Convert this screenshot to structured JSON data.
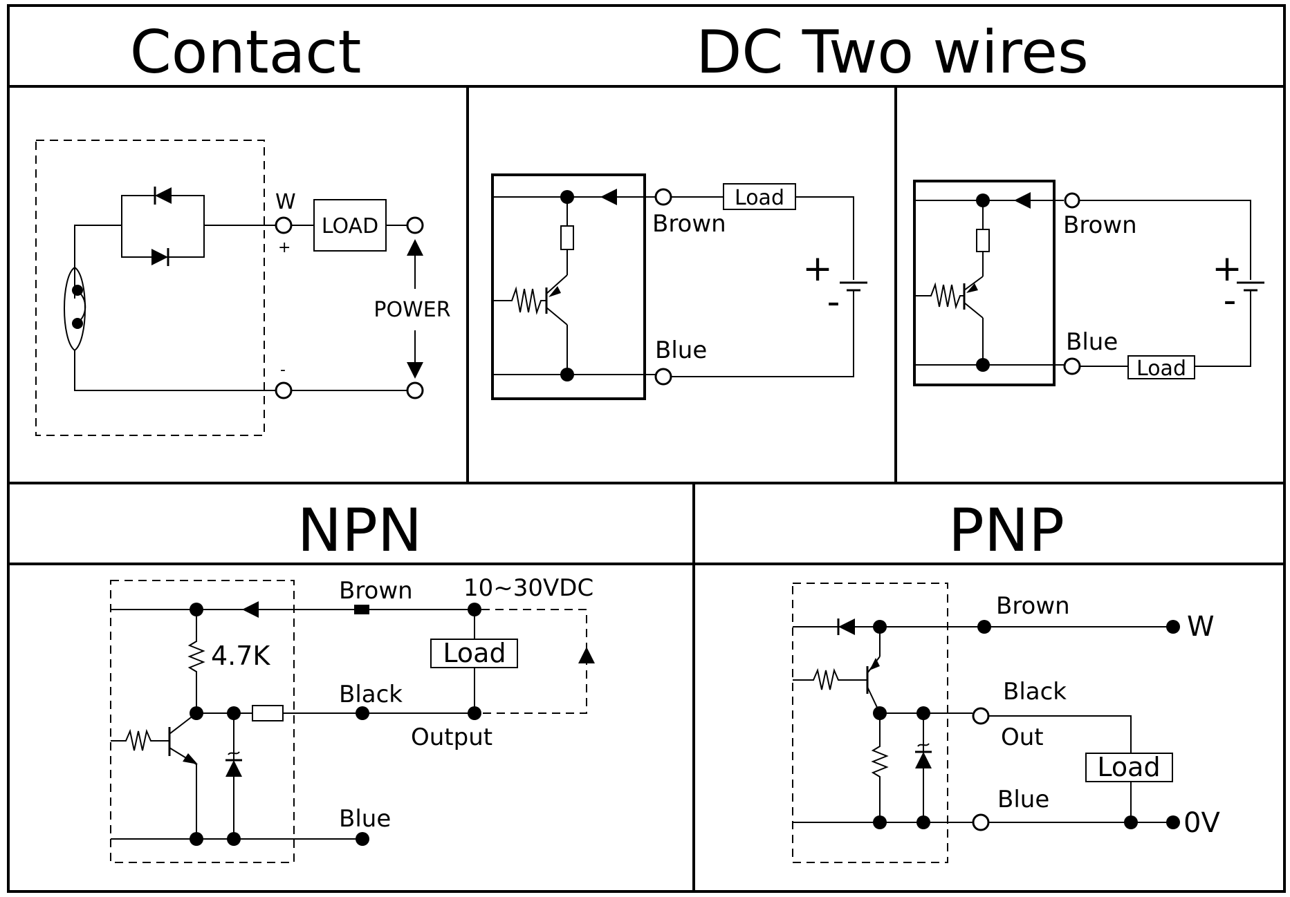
{
  "sections": {
    "contact": {
      "title": "Contact",
      "labels": {
        "w": "W",
        "plus": "+",
        "minus": "-",
        "load": "LOAD",
        "power": "POWER"
      }
    },
    "dc_two_wires": {
      "title": "DC Two wires",
      "left": {
        "load": "Load",
        "brown": "Brown",
        "blue": "Blue",
        "plus": "+",
        "minus": "-"
      },
      "right": {
        "load": "Load",
        "brown": "Brown",
        "blue": "Blue",
        "plus": "+",
        "minus": "-"
      }
    },
    "npn": {
      "title": "NPN",
      "labels": {
        "brown": "Brown",
        "voltage": "10~30VDC",
        "resistor": "4.7K",
        "load": "Load",
        "black": "Black",
        "output": "Output",
        "blue": "Blue"
      }
    },
    "pnp": {
      "title": "PNP",
      "labels": {
        "brown": "Brown",
        "w": "W",
        "black": "Black",
        "out": "Out",
        "load": "Load",
        "blue": "Blue",
        "zero_v": "0V"
      }
    }
  }
}
